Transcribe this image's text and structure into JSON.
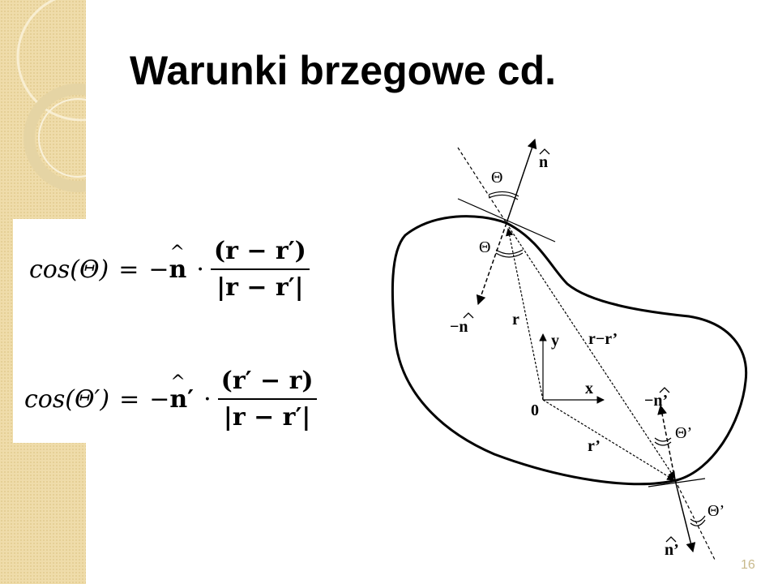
{
  "slide": {
    "title": "Warunki brzegowe cd.",
    "page_number": "16"
  },
  "formulas": [
    {
      "lhs": "cos(Θ)",
      "equals": "=",
      "operator": "−",
      "vector": "n",
      "dot": "·",
      "numerator": "(r − r′)",
      "denominator": "|r − r′|"
    },
    {
      "lhs": "cos(Θ′)",
      "equals": "=",
      "operator": "−",
      "vector": "n′",
      "dot": "·",
      "numerator": "(r′ − r)",
      "denominator": "|r − r′|"
    }
  ],
  "diagram": {
    "labels": {
      "n_top": "n",
      "theta_top": "Θ",
      "theta_inner": "Θ",
      "minus_n": "−n",
      "r": "r",
      "y": "y",
      "r_minus_r_prime": "r−r’",
      "x": "x",
      "origin": "0",
      "minus_n_prime": "−n’",
      "theta_prime_inner": "Θ’",
      "r_prime": "r’",
      "theta_prime_outer": "Θ’",
      "n_prime": "n’"
    }
  }
}
